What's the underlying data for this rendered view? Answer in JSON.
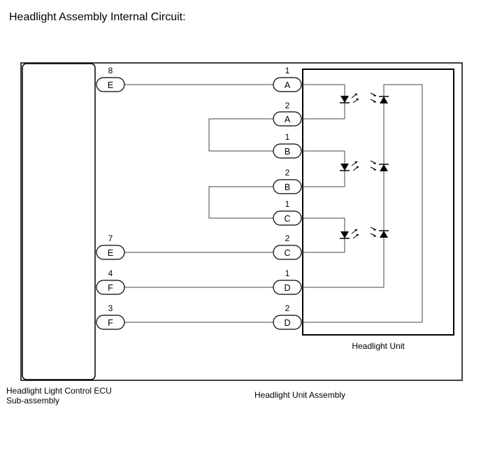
{
  "title": "Headlight Assembly Internal Circuit:",
  "ecu": {
    "label_line1": "Headlight Light Control ECU",
    "label_line2": "Sub-assembly",
    "pins": [
      {
        "letter": "E",
        "number": "8"
      },
      {
        "letter": "E",
        "number": "7"
      },
      {
        "letter": "F",
        "number": "4"
      },
      {
        "letter": "F",
        "number": "3"
      }
    ]
  },
  "assembly": {
    "label": "Headlight Unit Assembly",
    "pins": [
      {
        "letter": "A",
        "number": "1"
      },
      {
        "letter": "A",
        "number": "2"
      },
      {
        "letter": "B",
        "number": "1"
      },
      {
        "letter": "B",
        "number": "2"
      },
      {
        "letter": "C",
        "number": "1"
      },
      {
        "letter": "C",
        "number": "2"
      },
      {
        "letter": "D",
        "number": "1"
      },
      {
        "letter": "D",
        "number": "2"
      }
    ]
  },
  "unit": {
    "label": "Headlight Unit"
  }
}
